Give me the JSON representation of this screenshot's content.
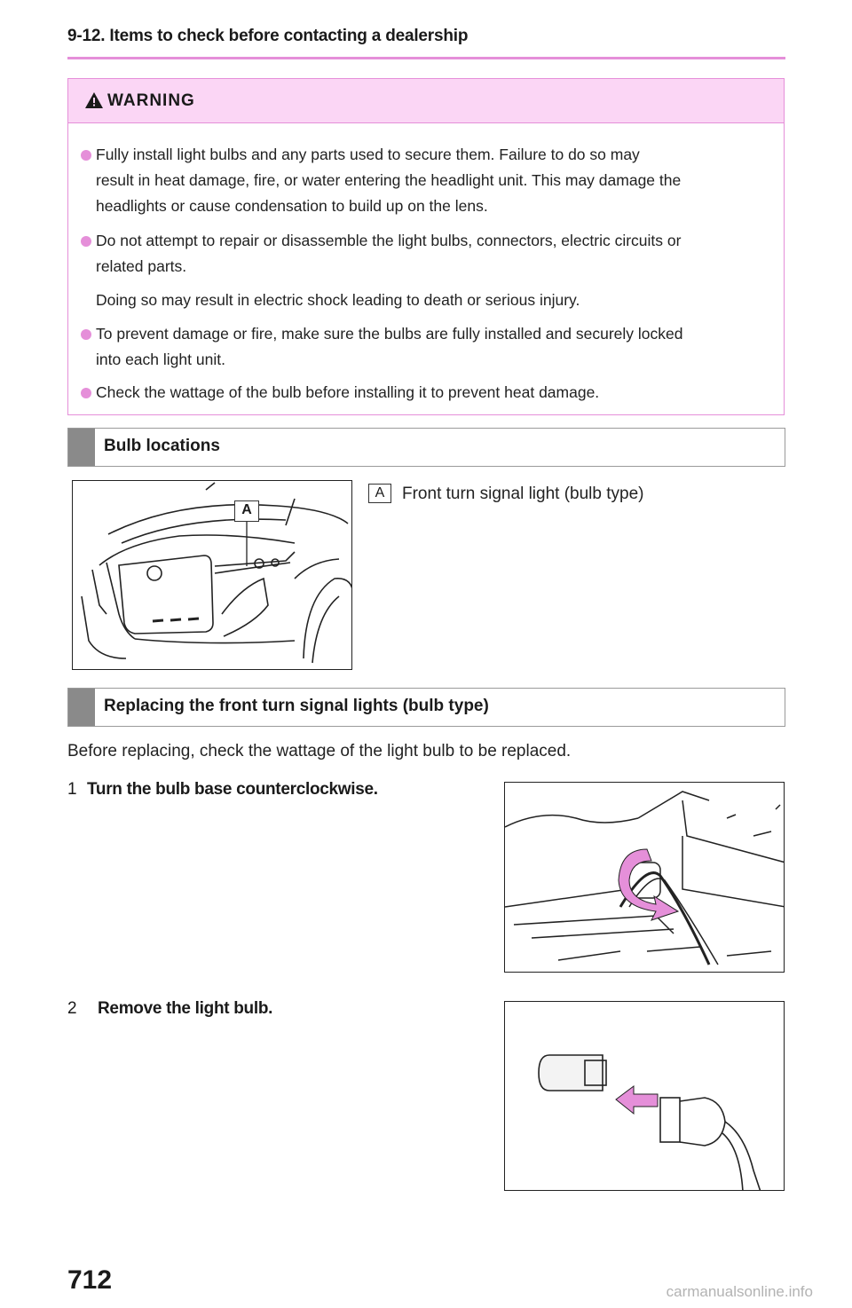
{
  "header": {
    "title": "9-12. Items to check before contacting a dealership"
  },
  "warning": {
    "label": "WARNING",
    "items": [
      {
        "lines": [
          "Fully install light bulbs and any parts used to secure them. Failure to do so may",
          "result in heat damage, fire, or water entering the headlight unit. This may damage the",
          "headlights or cause condensation to build up on the lens."
        ]
      },
      {
        "lines": [
          "Do not attempt to repair or disassemble the light bulbs, connectors, electric circuits or",
          "related parts."
        ],
        "extra": "Doing so may result in electric shock leading to death or serious injury."
      },
      {
        "lines": [
          "To prevent damage or fire, make sure the bulbs are fully installed and securely locked",
          "into each light unit."
        ]
      },
      {
        "lines": [
          "Check the wattage of the bulb before installing it to prevent heat damage."
        ]
      }
    ]
  },
  "bulb_locations": {
    "title": "Bulb locations",
    "legend_key": "A",
    "legend_text": "Front turn signal light (bulb type)",
    "callout": "A"
  },
  "replacing": {
    "title": "Replacing the front turn signal lights (bulb type)",
    "intro": "Before replacing, check the wattage of the light bulb to be replaced.",
    "steps": [
      {
        "num": "1",
        "text": "Turn the bulb base counterclockwise."
      },
      {
        "num": "2",
        "text": "Remove the light bulb."
      }
    ]
  },
  "page_number": "712",
  "watermark": "carmanualsonline.info",
  "colors": {
    "accent": "#e58fd9",
    "warning_bg": "#fbd6f5",
    "section_bar": "#8a8a8a"
  }
}
